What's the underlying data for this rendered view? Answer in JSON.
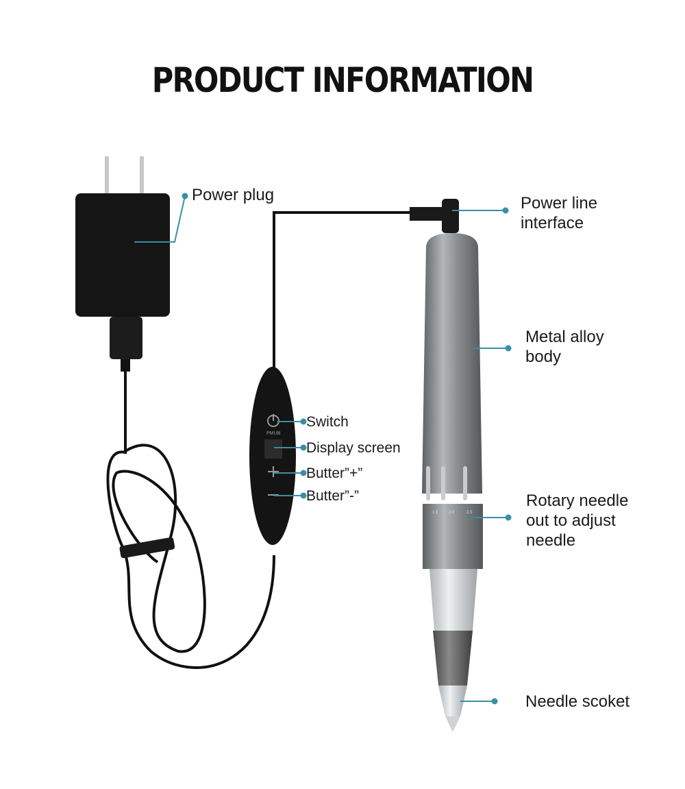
{
  "title": "PRODUCT INFORMATION",
  "colors": {
    "leader": "#3a8ea6",
    "pen_body": "#8a8d90",
    "adapter": "#151515"
  },
  "control": {
    "brand_mark": "PMUⅢ"
  },
  "pen_scale": [
    "1.5",
    "2.0",
    "2.5"
  ],
  "labels": {
    "power_plug": "Power plug",
    "power_line_1": "Power line",
    "power_line_2": "interface",
    "metal_1": "Metal alloy",
    "metal_2": "body",
    "switch": "Switch",
    "display": "Display screen",
    "plus": "Butter”+”",
    "minus": "Butter”-”",
    "rotary_1": "Rotary needle",
    "rotary_2": "out to adjust",
    "rotary_3": "needle",
    "needle": "Needle scoket"
  }
}
